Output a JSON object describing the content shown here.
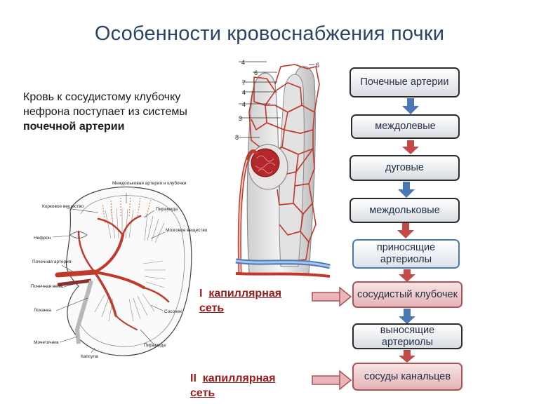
{
  "title": "Особенности кровоснабжения почки",
  "intro": {
    "text_prefix": "Кровь к сосудистому клубочку нефрона поступает из системы ",
    "text_bold": "почечной артерии"
  },
  "flow": [
    {
      "label": "Почечные артерии",
      "style": "gray"
    },
    {
      "label": "междолевые",
      "style": "gray"
    },
    {
      "label": "дуговые",
      "style": "gray"
    },
    {
      "label": "междольковые",
      "style": "gray"
    },
    {
      "label": "приносящие артериолы",
      "style": "blue"
    },
    {
      "label": "сосудистый клубочек",
      "style": "pink"
    },
    {
      "label": "выносящие артериолы",
      "style": "gray"
    },
    {
      "label": "сосуды канальцев",
      "style": "pink"
    }
  ],
  "capillary_1": {
    "numeral": "I",
    "text": "капиллярная сеть"
  },
  "capillary_2": {
    "numeral": "II",
    "text": "капиллярная сеть"
  },
  "kidney_labels": {
    "interlobular": "Междольковая артерия и клубочки",
    "cortex": "Корковое вещество",
    "pyramid_top": "Пирамида",
    "nephron": "Нефрон",
    "medulla": "Мозговое вещество",
    "renal_artery": "Почечная артерия",
    "renal_vein": "Почечная вена",
    "pelvis": "Лоханка",
    "papilla": "Сосочек",
    "ureter": "Мочеточник",
    "pyramid_bottom": "Пирамида",
    "capsule": "Капсула"
  },
  "nephron_numbers": [
    "4",
    "6",
    "7",
    "4",
    "4",
    "3",
    "8",
    "6"
  ],
  "colors": {
    "title": "#2a4466",
    "artery_red": "#c0392b",
    "arrow_blue": "#4a78b5",
    "arrow_red": "#c44a4a",
    "capillary_label": "#9b1b1b"
  }
}
